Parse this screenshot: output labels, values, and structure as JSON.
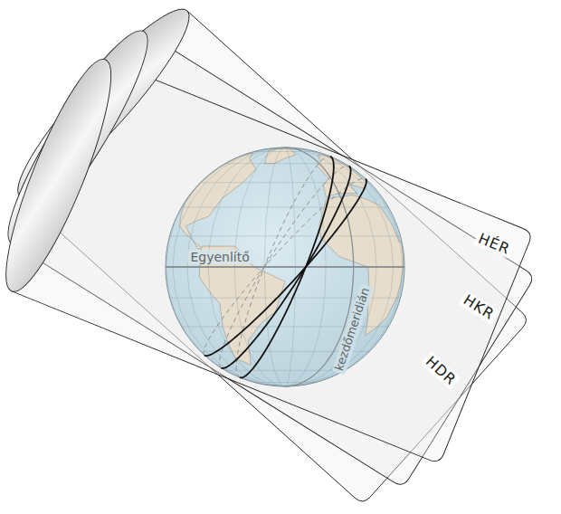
{
  "diagram": {
    "labels": [
      "Egyenlítő",
      "kezdőmeridián",
      "HÉR",
      "HKR",
      "HDR"
    ]
  }
}
